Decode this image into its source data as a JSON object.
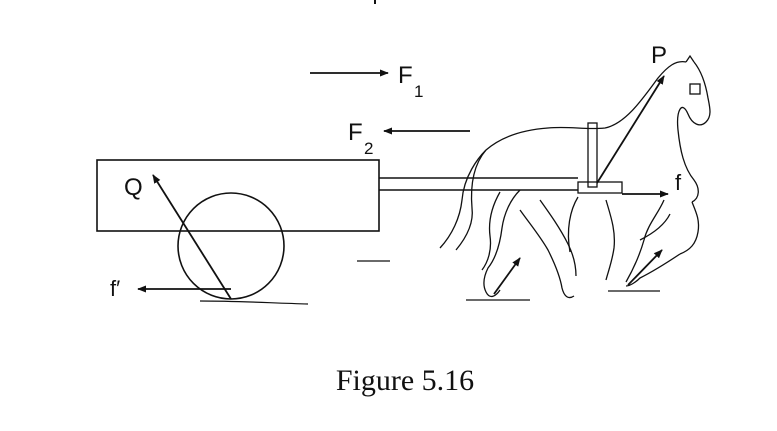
{
  "labels": {
    "P": "P",
    "F1_main": "F",
    "F1_sub": "1",
    "F2_main": "F",
    "F2_sub": "2",
    "Q": "Q",
    "f": "f",
    "f_prime": "f′"
  },
  "caption": "Figure 5.16"
}
